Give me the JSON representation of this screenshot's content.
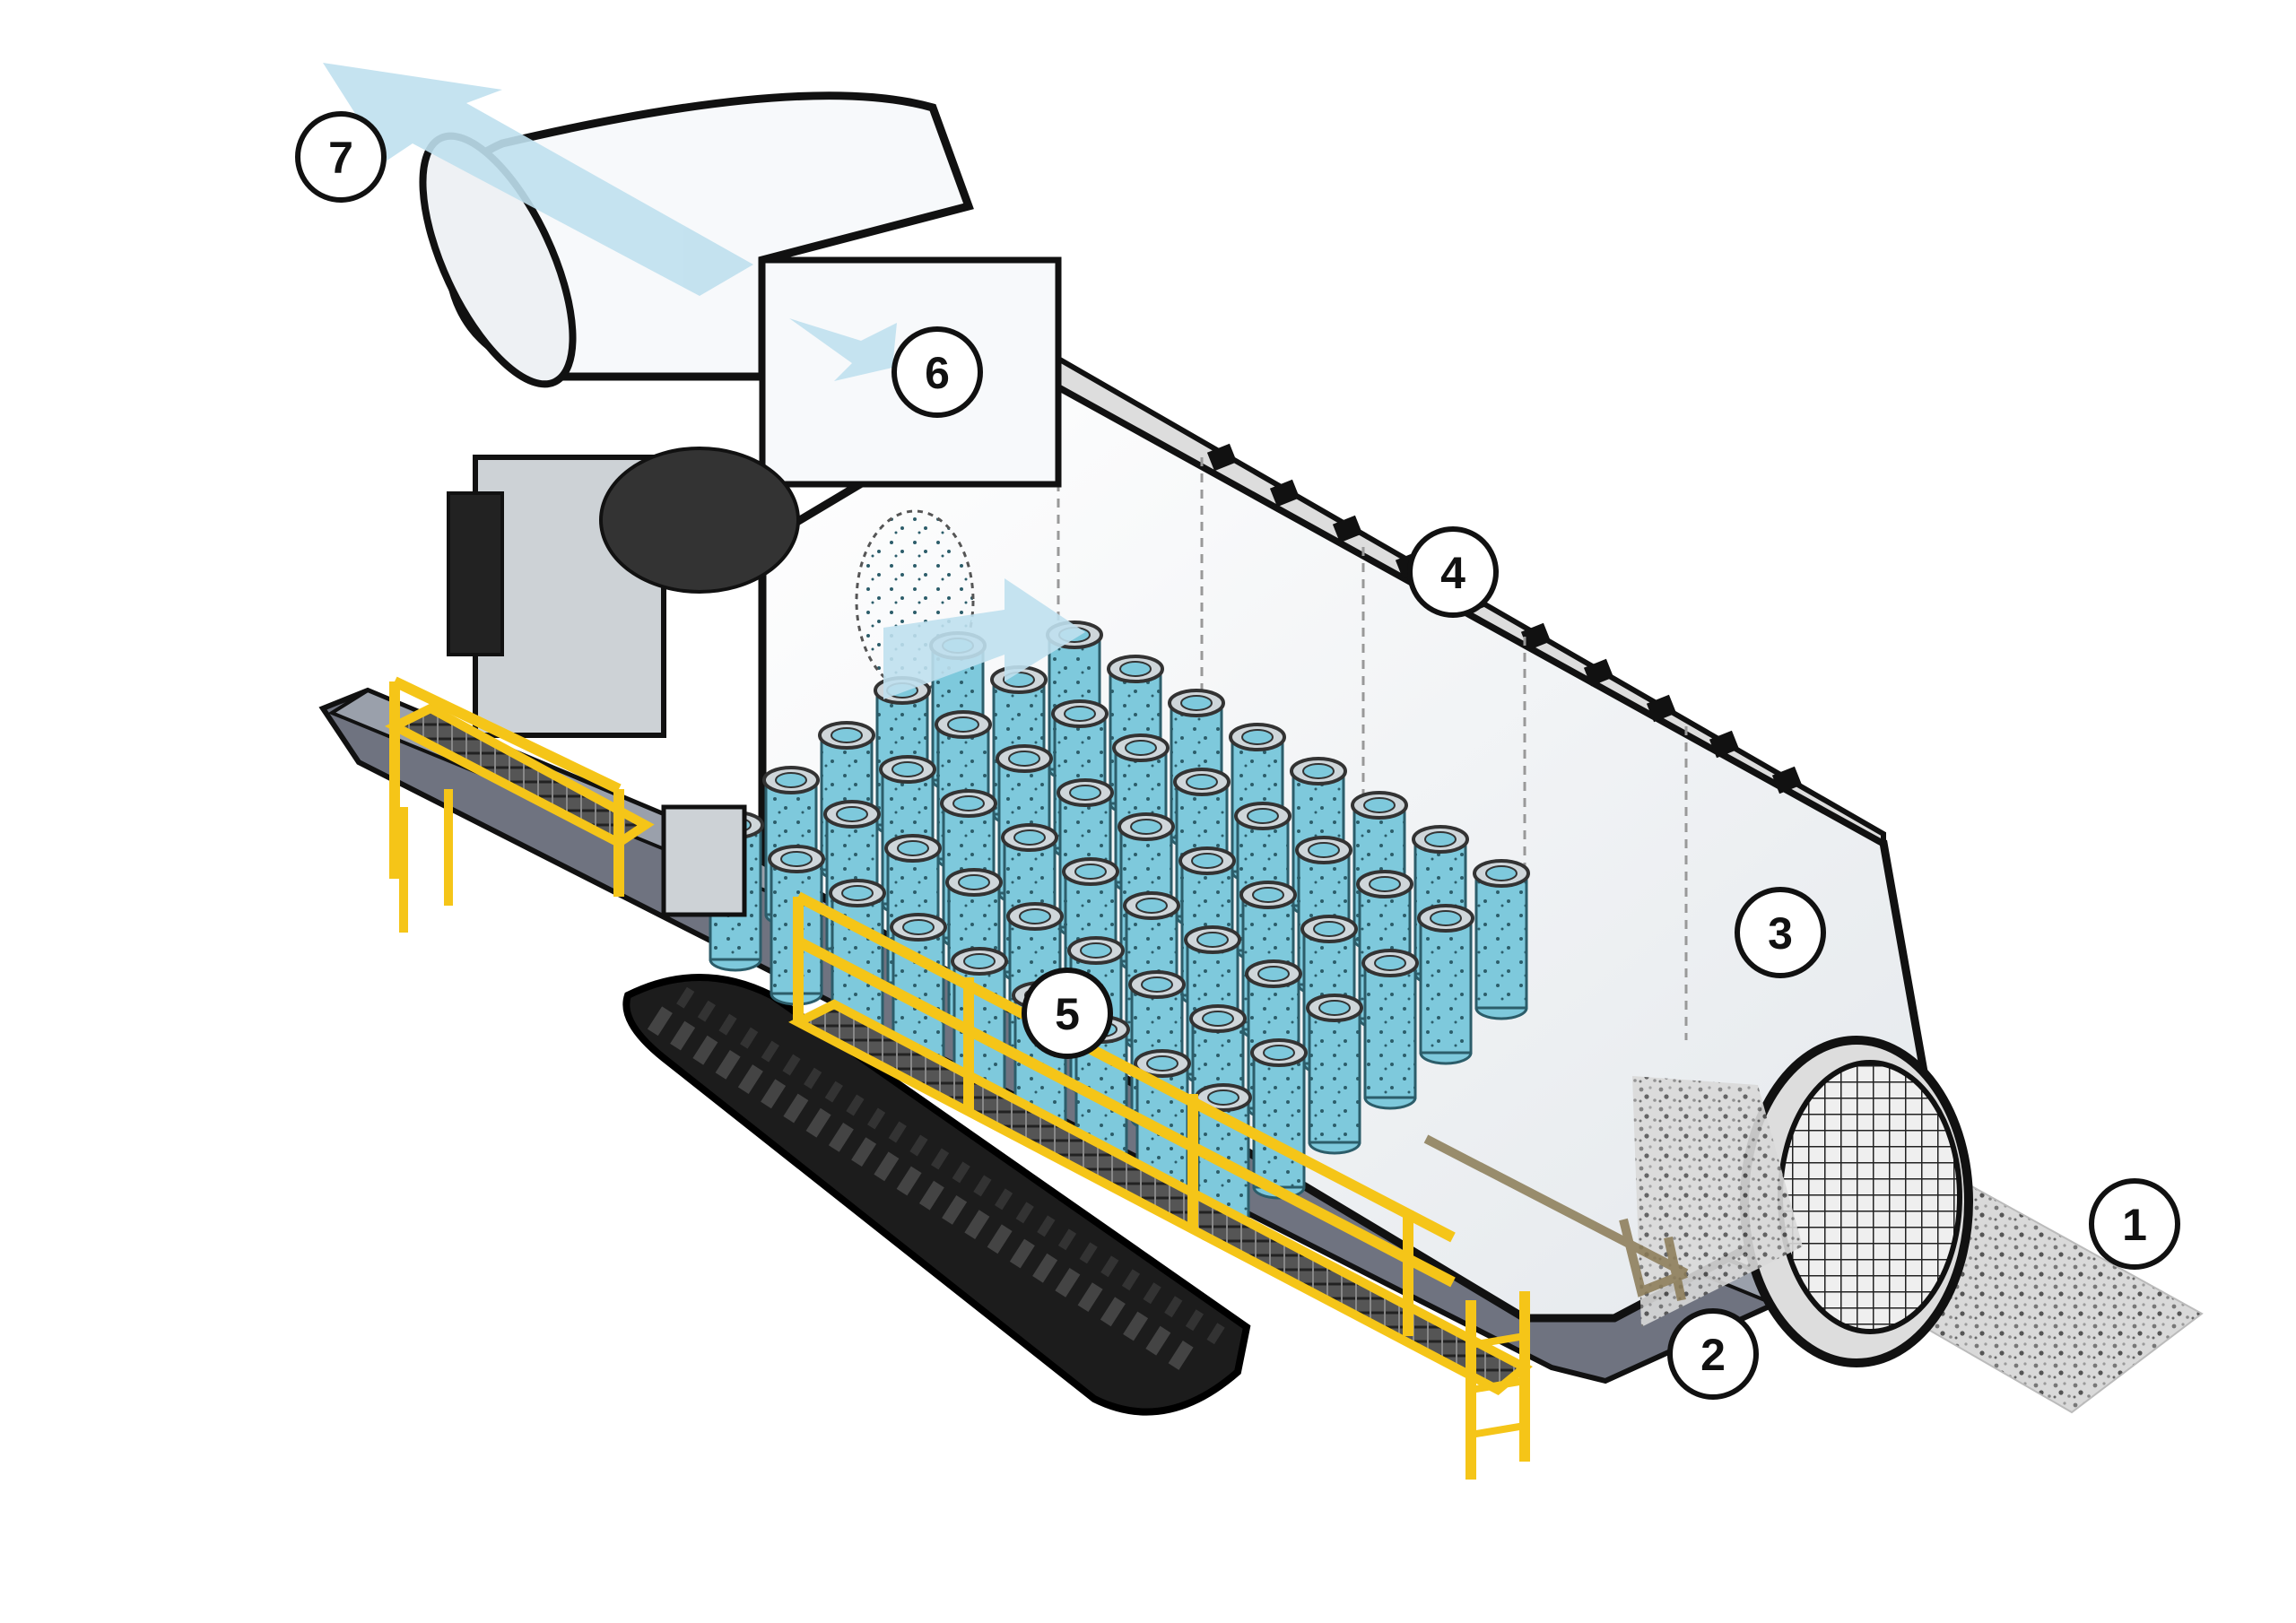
{
  "callouts": [
    {
      "id": "1",
      "label": "1"
    },
    {
      "id": "2",
      "label": "2"
    },
    {
      "id": "3",
      "label": "3"
    },
    {
      "id": "4",
      "label": "4"
    },
    {
      "id": "5",
      "label": "5"
    },
    {
      "id": "6",
      "label": "6"
    },
    {
      "id": "7",
      "label": "7"
    }
  ],
  "colors": {
    "outline": "#111111",
    "body_fill": "#f2f4f6",
    "filter_fill": "#7ec9dc",
    "filter_dots": "#2c5d6a",
    "air_flow": "#bfe0ee",
    "railing": "#f5c518",
    "track": "#1c1c1c",
    "chassis": "#6f7380",
    "material_flow": "#cfcfcf"
  },
  "icons": {
    "airflow": "airflow-arrow-icon",
    "material": "material-flow-icon"
  }
}
